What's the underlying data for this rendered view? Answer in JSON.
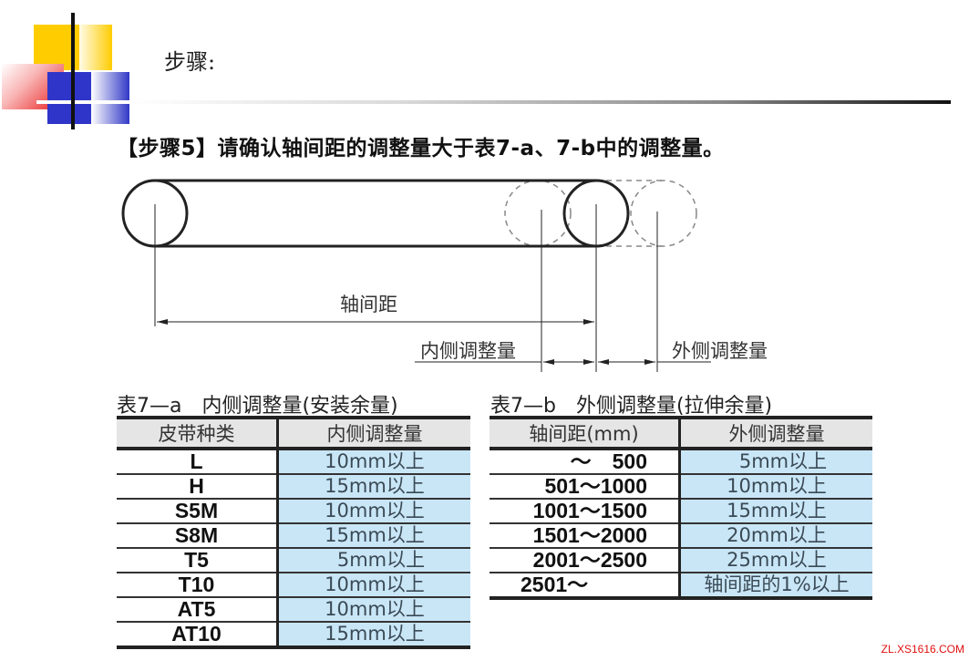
{
  "slide": {
    "title": "步骤:",
    "step_text": "【步骤5】请确认轴间距的调整量大于表7-a、7-b中的调整量。"
  },
  "diagram": {
    "shaft_distance_label": "轴间距",
    "inner_adjust_label": "内侧调整量",
    "outer_adjust_label": "外侧调整量"
  },
  "table_a": {
    "caption": "表7—a　内侧调整量(安装余量)",
    "headers": [
      "皮带种类",
      "内侧调整量"
    ],
    "rows": [
      {
        "type": "L",
        "value": "10mm以上"
      },
      {
        "type": "H",
        "value": "15mm以上"
      },
      {
        "type": "S5M",
        "value": "10mm以上"
      },
      {
        "type": "S8M",
        "value": "15mm以上"
      },
      {
        "type": "T5",
        "value": "5mm以上"
      },
      {
        "type": "T10",
        "value": "10mm以上"
      },
      {
        "type": "AT5",
        "value": "10mm以上"
      },
      {
        "type": "AT10",
        "value": "15mm以上"
      }
    ]
  },
  "table_b": {
    "caption": "表7—b　外侧调整量(拉伸余量)",
    "headers": [
      "轴间距(mm)",
      "外侧调整量"
    ],
    "rows": [
      {
        "range": "～　500",
        "value": "5mm以上"
      },
      {
        "range": "501～1000",
        "value": "10mm以上"
      },
      {
        "range": "1001～1500",
        "value": "15mm以上"
      },
      {
        "range": "1501～2000",
        "value": "20mm以上"
      },
      {
        "range": "2001～2500",
        "value": "25mm以上"
      },
      {
        "range": "2501～",
        "value": "轴间距的1%以上"
      }
    ]
  },
  "watermark": "ZL.XS1616.COM",
  "colors": {
    "value_cell_bg": "#c9e6f7",
    "header_bg": "#e5e5e5",
    "deco_yellow": "#ffcc00",
    "deco_blue": "#2f35c8",
    "deco_red": "#e81c1c",
    "watermark": "#e01010"
  }
}
